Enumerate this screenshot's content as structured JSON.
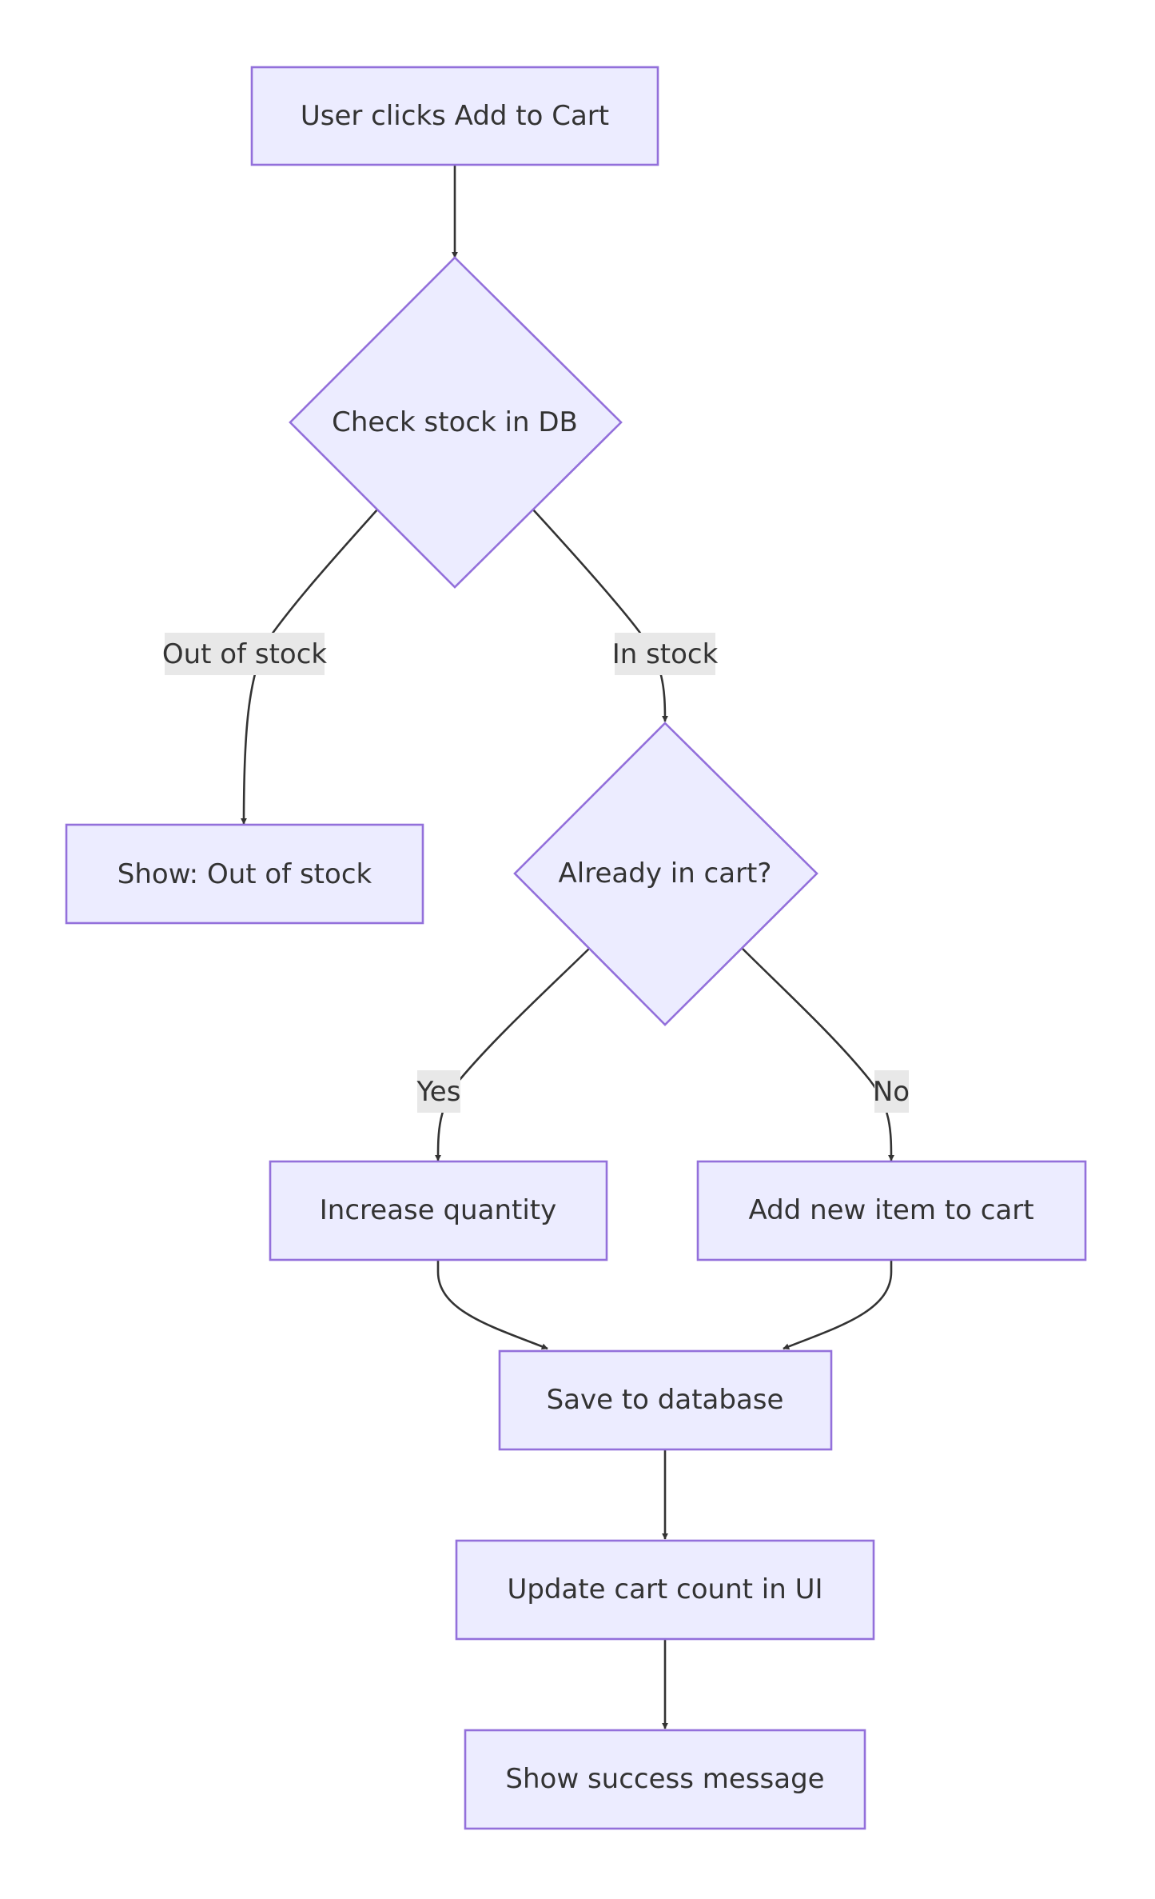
{
  "diagram": {
    "type": "flowchart",
    "colors": {
      "node_fill": "#ececff",
      "node_stroke": "#9370db",
      "edge": "#333333",
      "label_background": "#e8e8e8",
      "text": "#333333"
    },
    "nodes": {
      "start": {
        "label": "User clicks Add to Cart",
        "shape": "rect"
      },
      "check_stock": {
        "label": "Check stock in DB",
        "shape": "diamond"
      },
      "out_of_stock": {
        "label": "Show: Out of stock",
        "shape": "rect"
      },
      "in_cart": {
        "label": "Already in cart?",
        "shape": "diamond"
      },
      "increase_qty": {
        "label": "Increase quantity",
        "shape": "rect"
      },
      "add_item": {
        "label": "Add new item to cart",
        "shape": "rect"
      },
      "save_db": {
        "label": "Save to database",
        "shape": "rect"
      },
      "update_count": {
        "label": "Update cart count in UI",
        "shape": "rect"
      },
      "success": {
        "label": "Show success message",
        "shape": "rect"
      }
    },
    "edges": {
      "start_to_check": {
        "from": "start",
        "to": "check_stock",
        "label": ""
      },
      "check_to_out": {
        "from": "check_stock",
        "to": "out_of_stock",
        "label": "Out of stock"
      },
      "check_to_cart": {
        "from": "check_stock",
        "to": "in_cart",
        "label": "In stock"
      },
      "cart_to_increase": {
        "from": "in_cart",
        "to": "increase_qty",
        "label": "Yes"
      },
      "cart_to_add": {
        "from": "in_cart",
        "to": "add_item",
        "label": "No"
      },
      "increase_to_save": {
        "from": "increase_qty",
        "to": "save_db",
        "label": ""
      },
      "add_to_save": {
        "from": "add_item",
        "to": "save_db",
        "label": ""
      },
      "save_to_update": {
        "from": "save_db",
        "to": "update_count",
        "label": ""
      },
      "update_to_success": {
        "from": "update_count",
        "to": "success",
        "label": ""
      }
    }
  }
}
